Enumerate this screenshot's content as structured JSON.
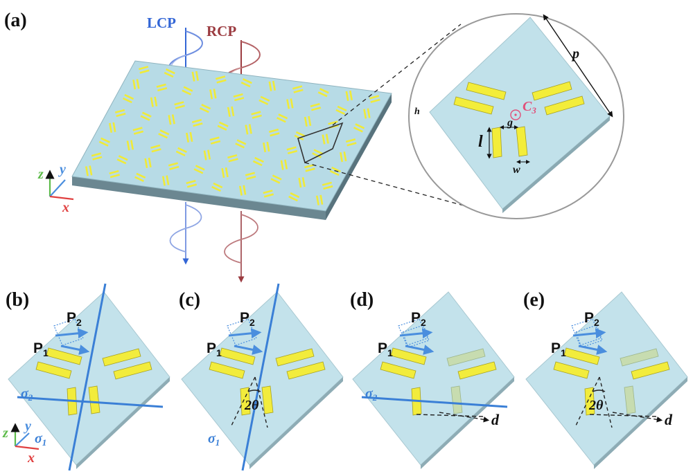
{
  "panels": {
    "a": {
      "label": "(a)"
    },
    "b": {
      "label": "(b)"
    },
    "c": {
      "label": "(c)"
    },
    "d": {
      "label": "(d)"
    },
    "e": {
      "label": "(e)"
    }
  },
  "beams": {
    "lcp": {
      "label": "LCP",
      "color": "#3366d6"
    },
    "rcp": {
      "label": "RCP",
      "color": "#9b3b40"
    }
  },
  "axes": {
    "x": "x",
    "y": "y",
    "z": "z"
  },
  "dims": {
    "p": "p",
    "h": "h",
    "g": "g",
    "l": "l",
    "w": "w",
    "c3": "C",
    "c3_sub": "3",
    "d": "d"
  },
  "dipoles": {
    "p1": "P",
    "p1_sub": "1",
    "p2": "P",
    "p2_sub": "2"
  },
  "mirror": {
    "s1": "σ",
    "s1_sub": "1",
    "s2": "σ",
    "s2_sub": "2"
  },
  "angle": {
    "text": "2θ"
  },
  "colors": {
    "substrate": "#b9dde8",
    "substrate_edge": "#7c98a3",
    "bar": "#f2ec3c",
    "bar_faded": "#c7dcb0",
    "mirror_line": "#3a7fd6",
    "c3_color": "#e0507a"
  }
}
